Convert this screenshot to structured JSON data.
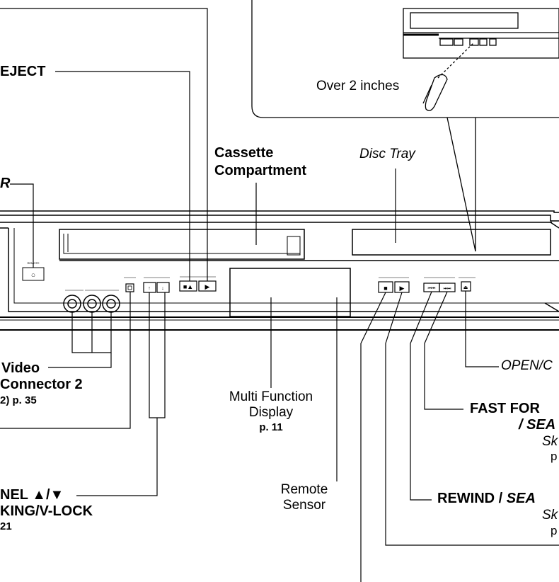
{
  "labels": {
    "eject": "EJECT",
    "r_label": "R",
    "cassette_line1": "Cassette",
    "cassette_line2": "Compartment",
    "disc_tray": "Disc Tray",
    "over_2_inches": "Over 2 inches",
    "video": "Video",
    "connector2": "Connector 2",
    "connector2_page": "2) p. 35",
    "multi_function_line1": "Multi Function",
    "multi_function_line2": "Display",
    "multi_function_page": "p. 11",
    "remote_line1": "Remote",
    "remote_line2": "Sensor",
    "channel": "NEL ▲/▼",
    "tracking": "KING/V-LOCK",
    "tracking_page": "21",
    "open_close": "OPEN/C",
    "fast_forward": "FAST FOR",
    "fast_forward_search": "/ SEA",
    "fast_forward_skip": "Sk",
    "fast_forward_p": "p",
    "rewind": "REWIND / ",
    "rewind_search": "SEA",
    "rewind_skip": "Sk",
    "rewind_p": "p"
  }
}
